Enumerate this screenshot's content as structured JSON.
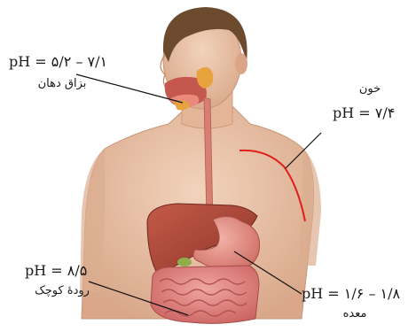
{
  "labels": {
    "saliva": {
      "ph": "pH = ۵/۲ – ۷/۱",
      "name": "بزاق دهان"
    },
    "blood": {
      "name": "خون",
      "ph": "pH = ۷/۴"
    },
    "small_intestine": {
      "ph": "pH = ۸/۵",
      "name": "رودهٔ کوچک"
    },
    "stomach": {
      "ph": "pH = ۱/۶ – ۱/۸",
      "name": "معده"
    }
  },
  "colors": {
    "skin": "#e9c2a6",
    "skin_shadow": "#d7a283",
    "hair": "#6b4a2e",
    "liver": "#a8483a",
    "stomach": "#e08a84",
    "intestine": "#d9787a",
    "esophagus": "#d77f72",
    "vessel": "#e0201a",
    "leader": "#111111"
  }
}
